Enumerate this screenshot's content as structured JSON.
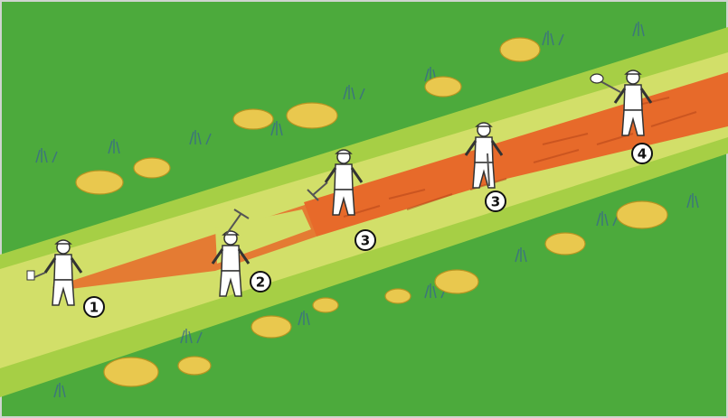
{
  "colors": {
    "frame": "#cfd4cf",
    "grass": "#4caa3c",
    "grass_dark": "#2f7f35",
    "tuft": "#3a6a8a",
    "strip_outer": "#a6cf45",
    "strip_inner": "#d2df69",
    "trench": "#e76a2a",
    "trench_dark": "#b9471a",
    "bush": "#e9c84e",
    "bush_edge": "#b89522",
    "worker_fill": "#ffffff",
    "worker_line": "#333333",
    "badge_fill": "#ffffff",
    "badge_line": "#111111"
  },
  "steps": [
    {
      "label": "1"
    },
    {
      "label": "2"
    },
    {
      "label": "3"
    },
    {
      "label": "3"
    },
    {
      "label": "4"
    }
  ]
}
